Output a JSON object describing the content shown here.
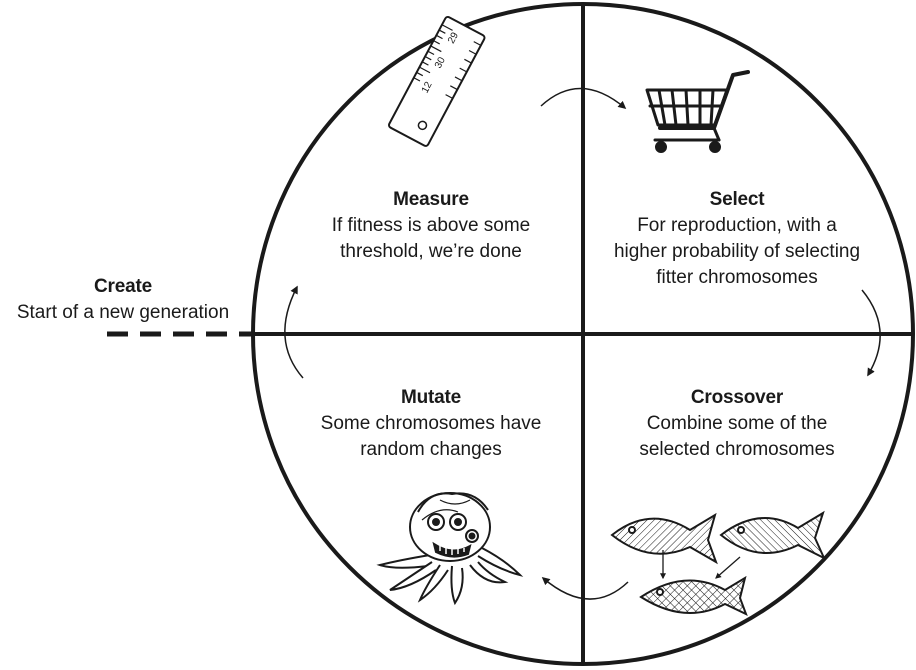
{
  "colors": {
    "stroke": "#1a1a1a",
    "background": "#ffffff"
  },
  "stages": {
    "create": {
      "title": "Create",
      "lines": [
        "Start of a new generation"
      ]
    },
    "measure": {
      "title": "Measure",
      "lines": [
        "If fitness is above some",
        "threshold, we’re done"
      ]
    },
    "select": {
      "title": "Select",
      "lines": [
        "For reproduction, with a",
        "higher probability of selecting",
        "fitter chromosomes"
      ]
    },
    "crossover": {
      "title": "Crossover",
      "lines": [
        "Combine some of the",
        "selected chromosomes"
      ]
    },
    "mutate": {
      "title": "Mutate",
      "lines": [
        "Some chromosomes have",
        "random changes"
      ]
    }
  },
  "icons": {
    "measure": "ruler-icon",
    "select": "shopping-cart-icon",
    "crossover": "fish-crossover-icon",
    "mutate": "mutant-octopus-icon"
  },
  "ruler_marks": [
    "29",
    "30",
    "12"
  ]
}
